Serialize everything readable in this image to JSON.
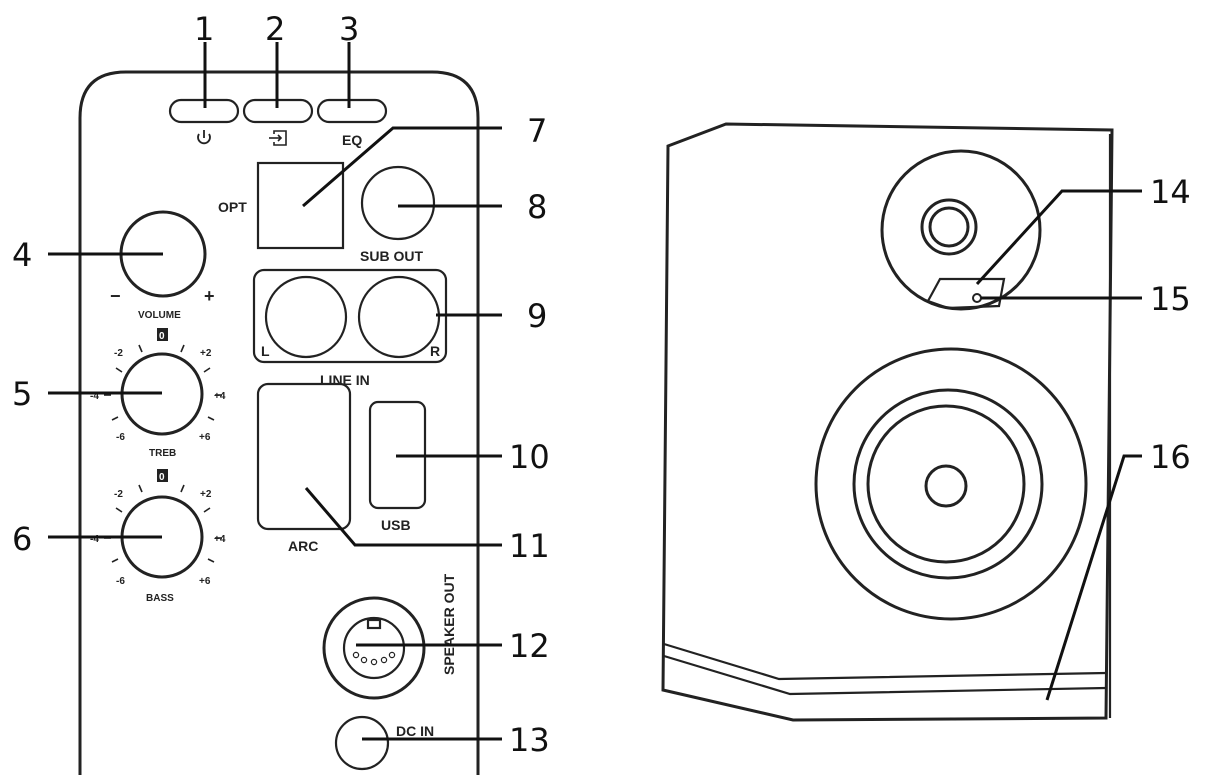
{
  "callouts": {
    "n1": "1",
    "n2": "2",
    "n3": "3",
    "n4": "4",
    "n5": "5",
    "n6": "6",
    "n7": "7",
    "n8": "8",
    "n9": "9",
    "n10": "10",
    "n11": "11",
    "n12": "12",
    "n13": "13",
    "n14": "14",
    "n15": "15",
    "n16": "16"
  },
  "panel_labels": {
    "eq": "EQ",
    "opt": "OPT",
    "sub_out": "SUB OUT",
    "volume": "VOLUME",
    "minus": "−",
    "plus": "+",
    "line_l": "L",
    "line_r": "R",
    "line_in": "LINE IN",
    "treb": "TREB",
    "bass": "BASS",
    "usb": "USB",
    "arc": "ARC",
    "speaker_out": "SPEAKER OUT",
    "dc_in": "DC IN"
  },
  "knob_ticks": {
    "zero": "0",
    "m2": "-2",
    "p2": "+2",
    "m4": "-4",
    "p4": "+4",
    "m6": "-6",
    "p6": "+6"
  },
  "icons": {
    "power": "power-icon",
    "input": "input-source-icon"
  }
}
